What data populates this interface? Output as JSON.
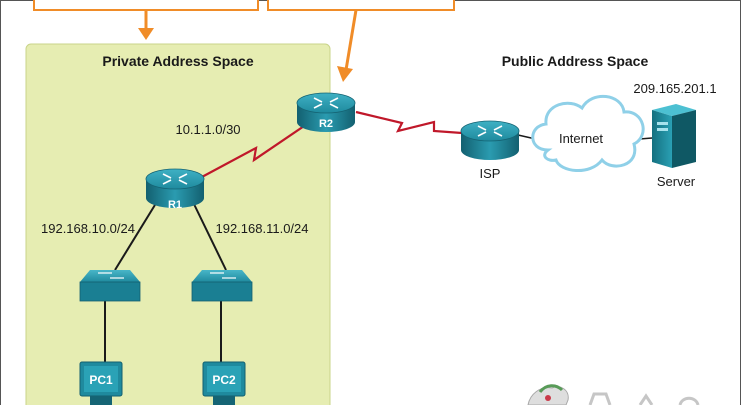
{
  "zones": {
    "private": {
      "title": "Private Address Space",
      "fill": "#e6edb2",
      "border": "#c9d48a"
    },
    "public": {
      "title": "Public Address Space"
    }
  },
  "subnets": {
    "wan": "10.1.1.0/30",
    "lan1": "192.168.10.0/24",
    "lan2": "192.168.11.0/24",
    "server_ip": "209.165.201.1"
  },
  "devices": {
    "r1": "R1",
    "r2": "R2",
    "isp": "ISP",
    "server": "Server",
    "cloud": "Internet",
    "pc1": "PC1",
    "pc2": "PC2"
  },
  "colors": {
    "router": "#1f8a9e",
    "router_dark": "#156474",
    "serial_link": "#c0182a",
    "callout": "#f08c28",
    "cloud_stroke": "#8fd0e8",
    "cloud_fill": "#ffffff"
  }
}
